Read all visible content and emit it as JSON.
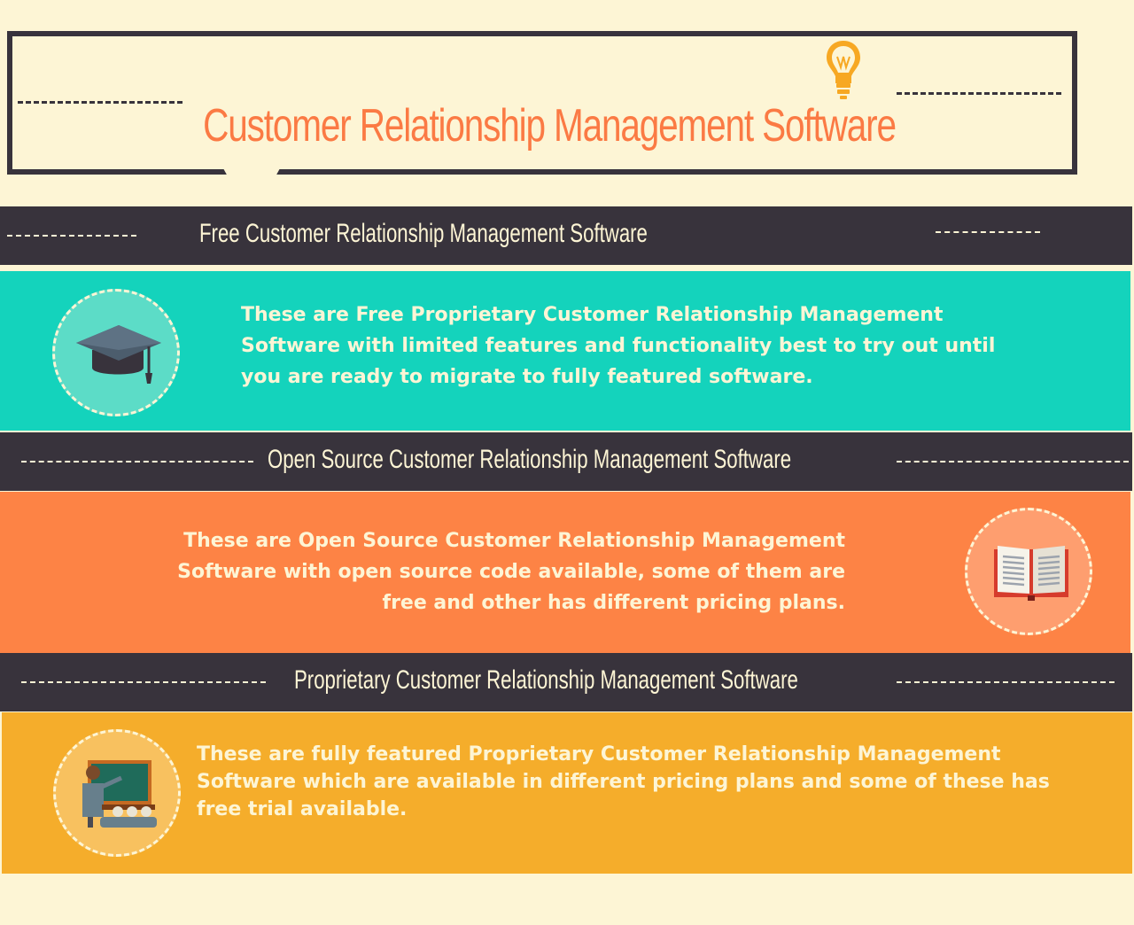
{
  "header": {
    "title": "Customer Relationship Management Software",
    "icon": "lightbulb-icon"
  },
  "sections": [
    {
      "heading": "Free Customer Relationship Management Software",
      "description": "These are Free Proprietary Customer Relationship Management Software with limited features and functionality best to try out until you are ready to migrate to fully featured software.",
      "icon": "graduation-cap-icon",
      "band_color": "#14d3bc"
    },
    {
      "heading": "Open Source Customer Relationship Management Software",
      "description": "These are Open Source Customer Relationship Management Software with open source code available, some of them are free and other has different pricing plans.",
      "icon": "open-book-icon",
      "band_color": "#fd8345"
    },
    {
      "heading": "Proprietary Customer Relationship Management Software",
      "description": "These are fully featured Proprietary Customer Relationship Management Software which are available in different pricing plans and some of these has free trial available.",
      "icon": "teacher-classroom-icon",
      "band_color": "#f5ad2b"
    }
  ],
  "colors": {
    "background": "#fdf5d5",
    "dark": "#38333c",
    "accent": "#fb7a44"
  }
}
